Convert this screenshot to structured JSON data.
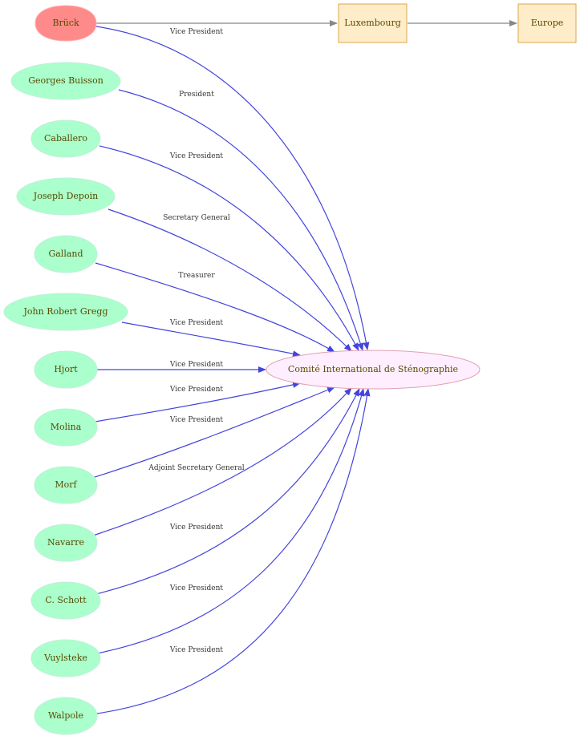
{
  "colors": {
    "focus_fill": "#ff8a8a",
    "person_fill": "#aaffcc",
    "place_fill": "#ffecc8",
    "place_stroke": "#d8a84e",
    "org_fill": "#ffeeff",
    "org_stroke": "#e0a0b0",
    "role_edge": "#4444dd",
    "location_edge": "#888888",
    "label_text": "#5a4a00"
  },
  "nodes": {
    "bruck": "Brück",
    "buisson": "Georges Buisson",
    "caballero": "Caballero",
    "depoin": "Joseph Depoin",
    "galland": "Galland",
    "gregg": "John Robert Gregg",
    "hjort": "Hjort",
    "molina": "Molina",
    "morf": "Morf",
    "navarre": "Navarre",
    "schott": "C. Schott",
    "vuylsteke": "Vuylsteke",
    "walpole": "Walpole",
    "luxembourg": "Luxembourg",
    "europe": "Europe",
    "committee": "Comité International de Sténographie"
  },
  "edges": [
    {
      "from": "bruck",
      "to": "committee",
      "label": "Vice President"
    },
    {
      "from": "buisson",
      "to": "committee",
      "label": "President"
    },
    {
      "from": "caballero",
      "to": "committee",
      "label": "Vice President"
    },
    {
      "from": "depoin",
      "to": "committee",
      "label": "Secretary General"
    },
    {
      "from": "galland",
      "to": "committee",
      "label": "Treasurer"
    },
    {
      "from": "gregg",
      "to": "committee",
      "label": "Vice President"
    },
    {
      "from": "hjort",
      "to": "committee",
      "label": "Vice President"
    },
    {
      "from": "molina",
      "to": "committee",
      "label": "Vice President"
    },
    {
      "from": "morf",
      "to": "committee",
      "label": "Vice President"
    },
    {
      "from": "navarre",
      "to": "committee",
      "label": "Adjoint Secretary General"
    },
    {
      "from": "schott",
      "to": "committee",
      "label": "Vice President"
    },
    {
      "from": "vuylsteke",
      "to": "committee",
      "label": "Vice President"
    },
    {
      "from": "walpole",
      "to": "committee",
      "label": "Vice President"
    },
    {
      "from": "bruck",
      "to": "luxembourg",
      "label": ""
    },
    {
      "from": "luxembourg",
      "to": "europe",
      "label": ""
    }
  ]
}
